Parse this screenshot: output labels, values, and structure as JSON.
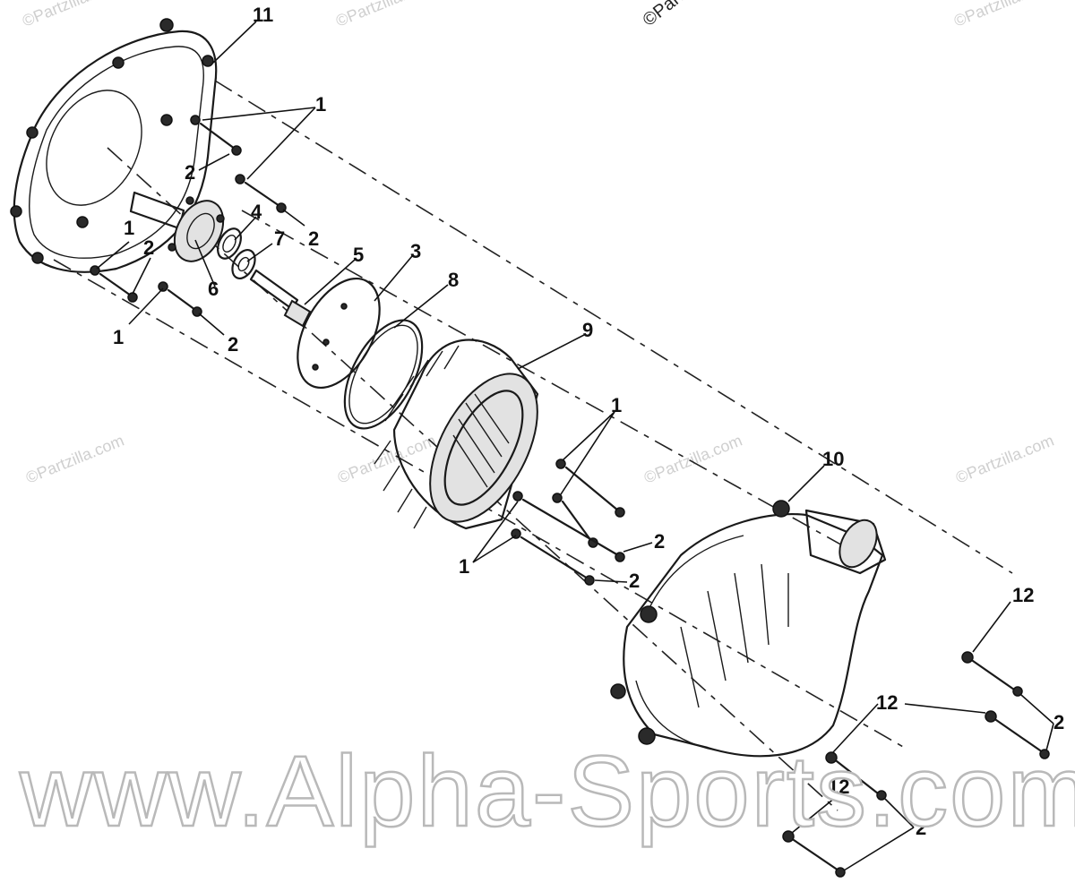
{
  "watermarks": {
    "copyright": "©Partzilla.com",
    "copyright_top": "©Partzilla.com",
    "banner": "www.Alpha-Sports.com"
  },
  "callouts": {
    "c11": "11",
    "c1a": "1",
    "c2a": "2",
    "c2b": "2",
    "c4": "4",
    "c7": "7",
    "c1b": "1",
    "c2c": "2",
    "c6": "6",
    "c1c": "1",
    "c2d": "2",
    "c5": "5",
    "c3": "3",
    "c8": "8",
    "c9": "9",
    "c1d": "1",
    "c1e": "1",
    "c2e": "2",
    "c2f": "2",
    "c10": "10",
    "c12a": "12",
    "c12b": "12",
    "c2g": "2",
    "c12c": "12",
    "c2h": "2"
  }
}
